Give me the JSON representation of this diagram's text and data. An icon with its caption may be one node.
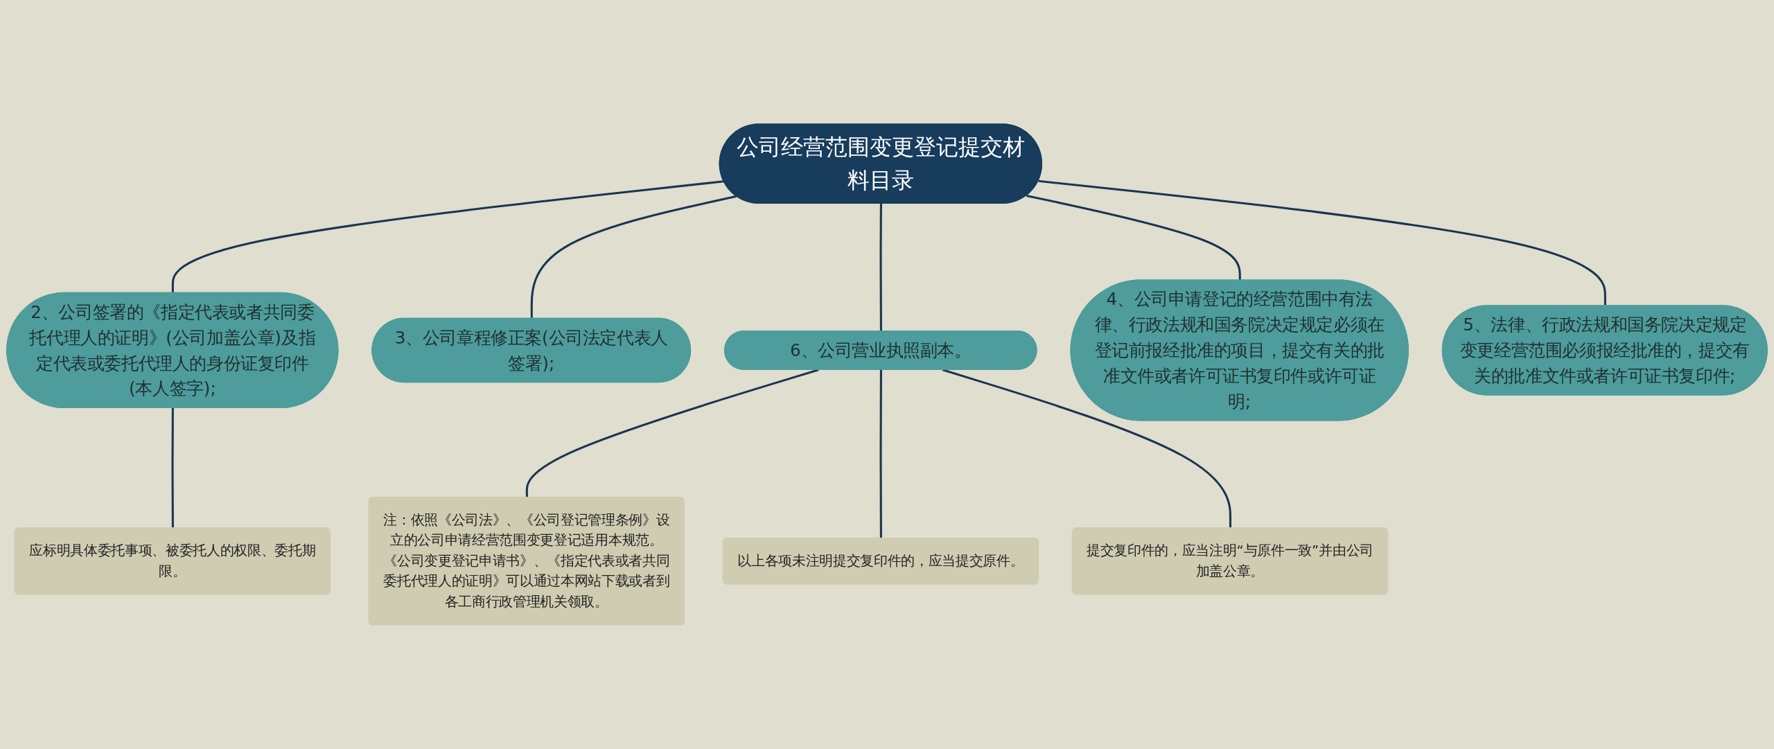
{
  "diagram": {
    "nodes": [
      {
        "text": [
          "公司经营范围变更登记提交材料目录"
        ]
      },
      {
        "text": [
          "2、公司签署的《指定代表或者共同委托代理人的证明》(公司加盖公章)及指定代表或委托代理人的身份证复印件(本人签字);"
        ]
      },
      {
        "text": [
          "应标明具体委托事项、被委托人的权限、委托期限。"
        ]
      },
      {
        "text": [
          "3、公司章程修正案(公司法定代表人签署);"
        ]
      },
      {
        "text": [
          "4、公司申请登记的经营范围中有法律、行政法规和国务院决定规定必须在登记前报经批准的项目，提交有关的批准文件或者许可证书复印件或许可证明;"
        ]
      },
      {
        "text": [
          "5、法律、行政法规和国务院决定规定变更经营范围必须报经批准的，提交有关的批准文件或者许可证书复印件;"
        ]
      },
      {
        "text": [
          "6、公司营业执照副本。"
        ]
      },
      {
        "text": [
          "注：依照《公司法》、《公司登记管理条例》设立的公司申请经营范围变更登记适用本规范。《公司变更登记申请书》、《指定代表或者共同委托代理人的证明》可以通过本网站下载或者到各工商行政管理机关领取。"
        ]
      },
      {
        "text": [
          "以上各项未注明提交复印件的，应当提交原件。"
        ]
      },
      {
        "text": [
          "提交复印件的，应当注明“与原件一致”并由公司加盖公章。"
        ]
      }
    ],
    "edges": [
      {
        "from": 0,
        "to": 1,
        "arrow": "none"
      },
      {
        "from": 1,
        "to": 2,
        "arrow": "none"
      },
      {
        "from": 0,
        "to": 3,
        "arrow": "none"
      },
      {
        "from": 0,
        "to": 4,
        "arrow": "none"
      },
      {
        "from": 0,
        "to": 5,
        "arrow": "none"
      },
      {
        "from": 0,
        "to": 6,
        "arrow": "none"
      },
      {
        "from": 6,
        "to": 7,
        "arrow": "none"
      },
      {
        "from": 6,
        "to": 8,
        "arrow": "none"
      },
      {
        "from": 6,
        "to": 9,
        "arrow": "none"
      }
    ]
  }
}
